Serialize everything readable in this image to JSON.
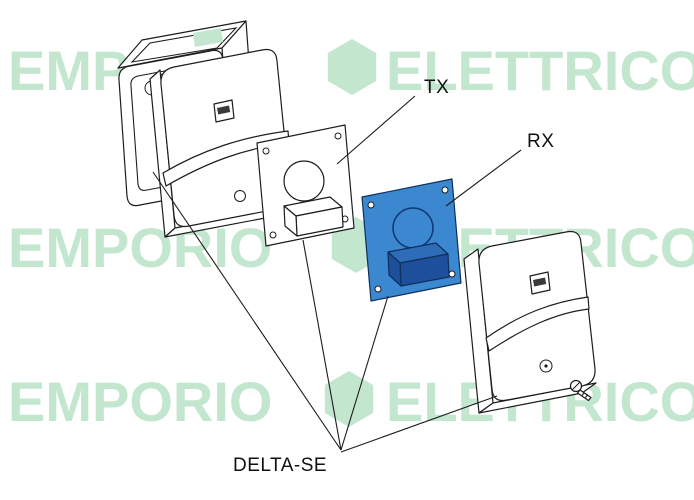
{
  "watermark": {
    "word_left": "EMPORIO",
    "word_right": "ELETTRICO",
    "color": "#c3e6cf"
  },
  "labels": {
    "tx": "TX",
    "rx": "RX",
    "model": "DELTA-SE"
  },
  "colors": {
    "background": "#ffffff",
    "outline": "#1d1d1f",
    "rx_board_blue": "#3b87d0",
    "rx_lens_top_blue": "#2f6cb8",
    "rx_lens_dark_blue": "#1e4f9a"
  }
}
